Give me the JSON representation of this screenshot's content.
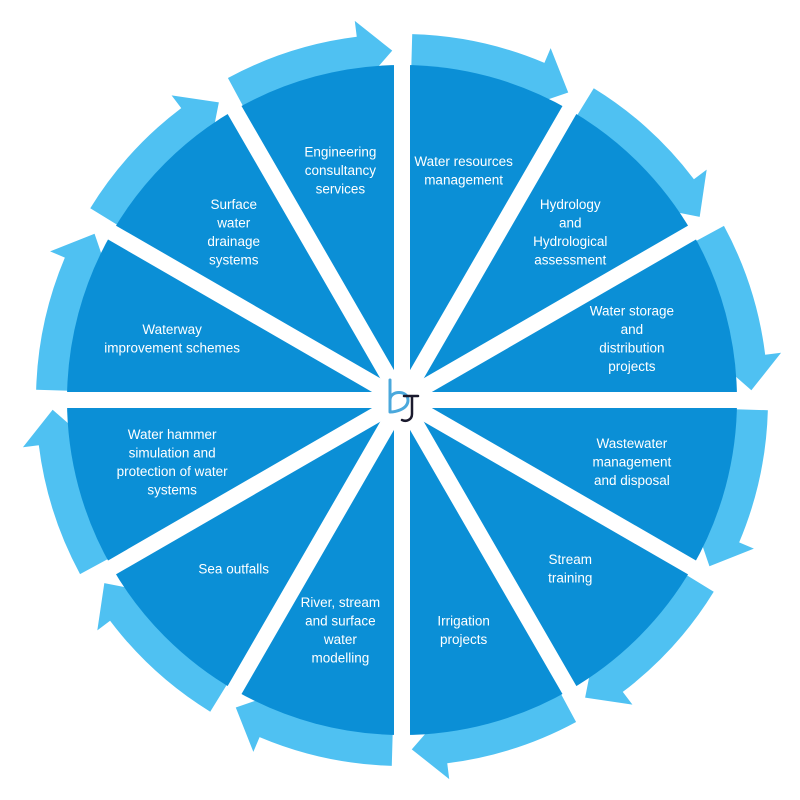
{
  "colors": {
    "segment_fill": "#0b8fd6",
    "ring_arrow": "#4fc1f2",
    "gap": "#ffffff",
    "logo": "#4aa8dc",
    "logo_accent": "#1a1a2e",
    "label_text": "#ffffff"
  },
  "hub_logo": {
    "icon": "bh-logo-icon"
  },
  "segments": [
    {
      "lines": [
        "Water resources",
        "management"
      ]
    },
    {
      "lines": [
        "Hydrology",
        "and",
        "Hydrological",
        "assessment"
      ]
    },
    {
      "lines": [
        "Water storage",
        "and",
        "distribution",
        "projects"
      ]
    },
    {
      "lines": [
        "Wastewater",
        "management",
        "and disposal"
      ]
    },
    {
      "lines": [
        "Stream",
        "training"
      ]
    },
    {
      "lines": [
        "Irrigation",
        "projects"
      ]
    },
    {
      "lines": [
        "River, stream",
        "and surface",
        "water",
        "modelling"
      ]
    },
    {
      "lines": [
        "Sea outfalls"
      ]
    },
    {
      "lines": [
        "Water hammer",
        "simulation and",
        "protection of water",
        "systems"
      ]
    },
    {
      "lines": [
        "Waterway",
        "improvement schemes"
      ]
    },
    {
      "lines": [
        "Surface",
        "water",
        "drainage",
        "systems"
      ]
    },
    {
      "lines": [
        "Engineering",
        "consultancy",
        "services"
      ]
    }
  ]
}
